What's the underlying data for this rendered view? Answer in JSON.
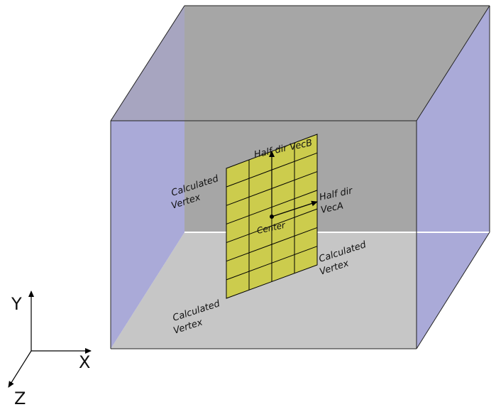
{
  "colors": {
    "back_wall": "#a6a6a6",
    "floor": "#c6c6c6",
    "side_wall": "#aaaad8",
    "top_left_corner": "#a7a5c0",
    "plane_fill": "#cccc4d",
    "edge": "#000000",
    "floor_highlight": "#ffffff"
  },
  "labels": {
    "half_dir_vecb": "Half dir VecB",
    "half_dir_veca_line1": "Half dir",
    "half_dir_veca_line2": "VecA",
    "center": "Center",
    "vertex_top_left_line1": "Calculated",
    "vertex_top_left_line2": "Vertex",
    "vertex_bottom_left_line1": "Calculated",
    "vertex_bottom_left_line2": "Vertex",
    "vertex_bottom_right_line1": "Calculated",
    "vertex_bottom_right_line2": "Vertex"
  },
  "axes": {
    "y": "Y",
    "x": "X",
    "z": "Z"
  },
  "icons": {
    "arrow": "arrowhead"
  }
}
